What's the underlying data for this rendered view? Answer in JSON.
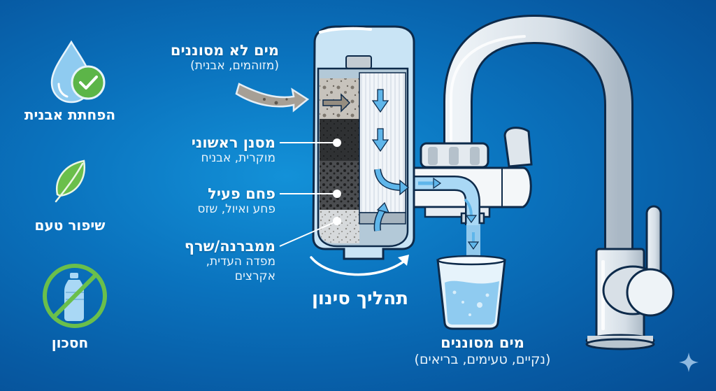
{
  "benefits": [
    {
      "label": "הפחתת אבנית",
      "icon": "water-drop-check-icon"
    },
    {
      "label": "שיפור טעם",
      "icon": "leaf-icon"
    },
    {
      "label": "חסכון",
      "icon": "no-plastic-bottle-icon"
    }
  ],
  "stages": {
    "input": {
      "title": "מים לא מסוננים",
      "sub": "(מזוהמים, אבנית)"
    },
    "pre_filter": {
      "title": "מסנן ראשוני",
      "sub": "מוקרית, אבניח"
    },
    "carbon": {
      "title": "פחם פעיל",
      "sub": "פחע ואיול, שזס"
    },
    "membrane": {
      "title": "ממברנה/שרף",
      "sub_line1": "מפדה העדית,",
      "sub_line2": "אקרצים"
    }
  },
  "process_label": "תהליך סינון",
  "output": {
    "title": "מים מסוננים",
    "sub": "(נקיים, טעימים, בריאים)"
  },
  "colors": {
    "background": "#0a72bd",
    "background_dark": "#064c92",
    "accent_green": "#6abf4b",
    "water_light": "#a9d8f5",
    "water_arrow": "#5fb6ea",
    "chrome": "#d9e2ea",
    "outline": "#0d2a4a"
  },
  "watermark_icon": "sparkle-icon"
}
